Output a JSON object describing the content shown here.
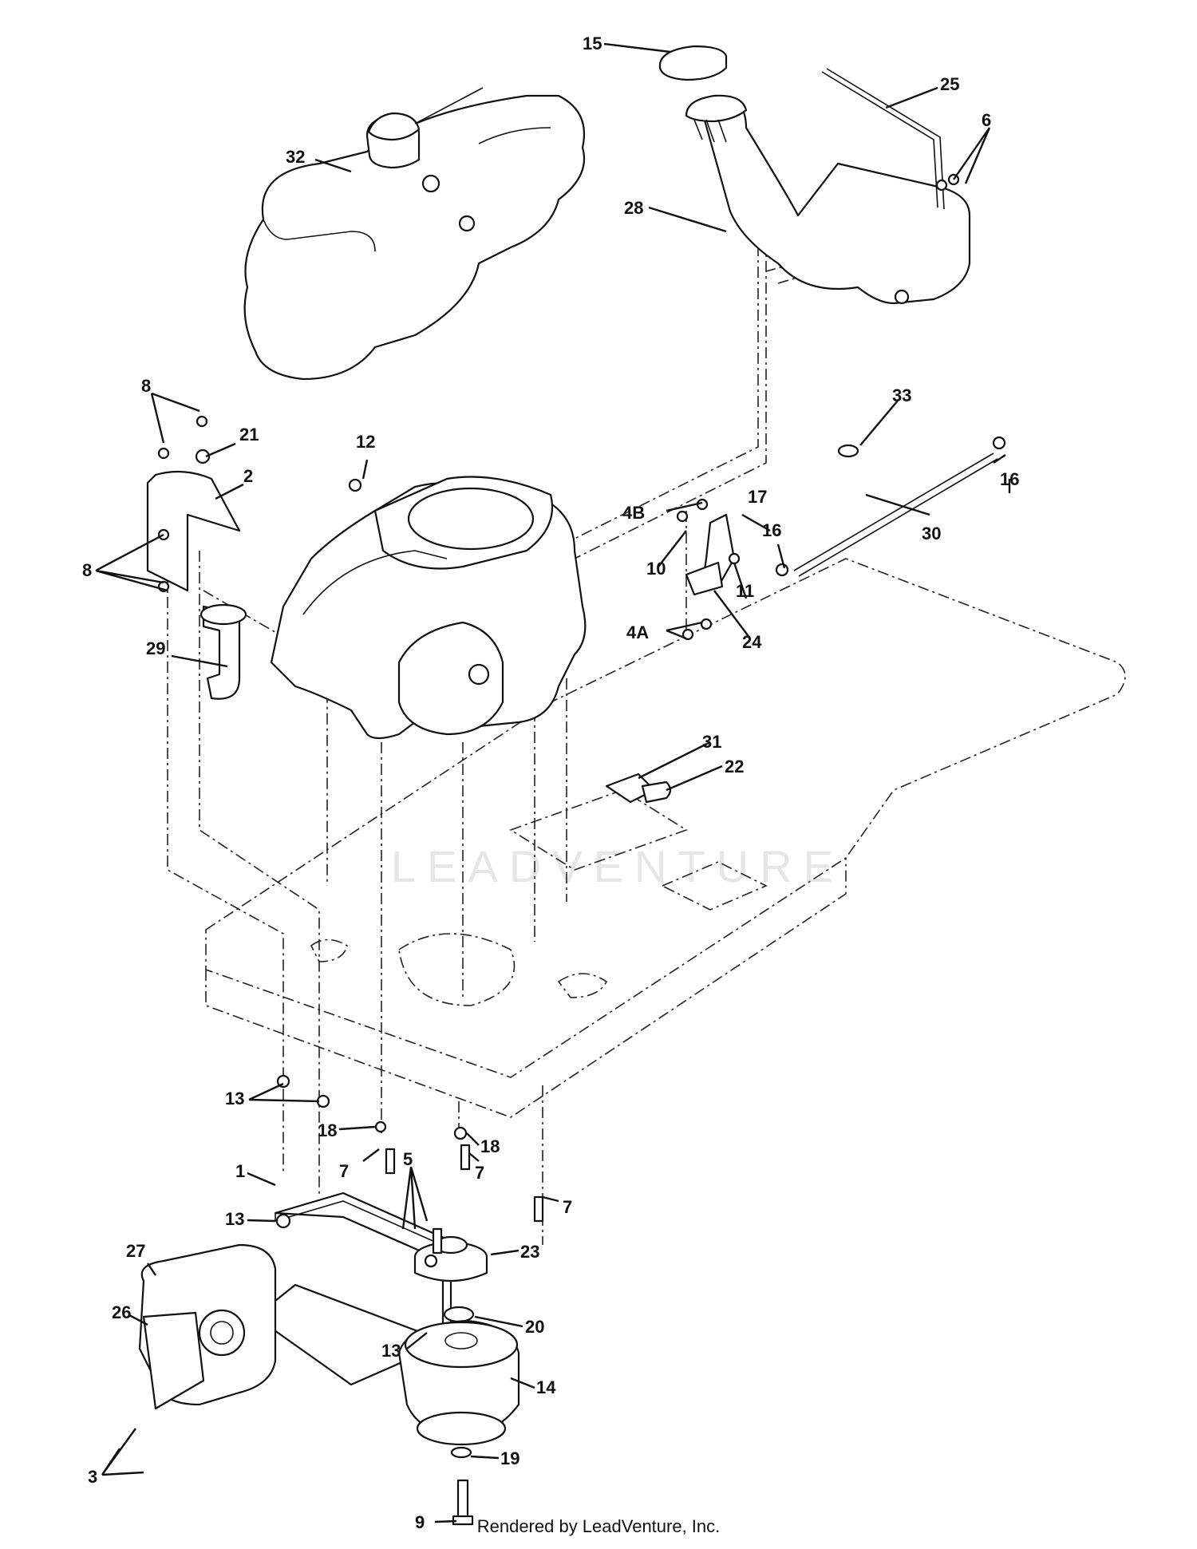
{
  "diagram": {
    "callouts": [
      "1",
      "2",
      "3",
      "4A",
      "4B",
      "5",
      "6",
      "7",
      "8",
      "9",
      "10",
      "11",
      "12",
      "13",
      "14",
      "15",
      "16",
      "17",
      "18",
      "19",
      "20",
      "21",
      "22",
      "23",
      "24",
      "25",
      "26",
      "27",
      "28",
      "29",
      "30",
      "31",
      "32",
      "33"
    ],
    "watermark": "LEADVENTURE"
  },
  "footer": {
    "text": "Rendered by LeadVenture, Inc."
  }
}
